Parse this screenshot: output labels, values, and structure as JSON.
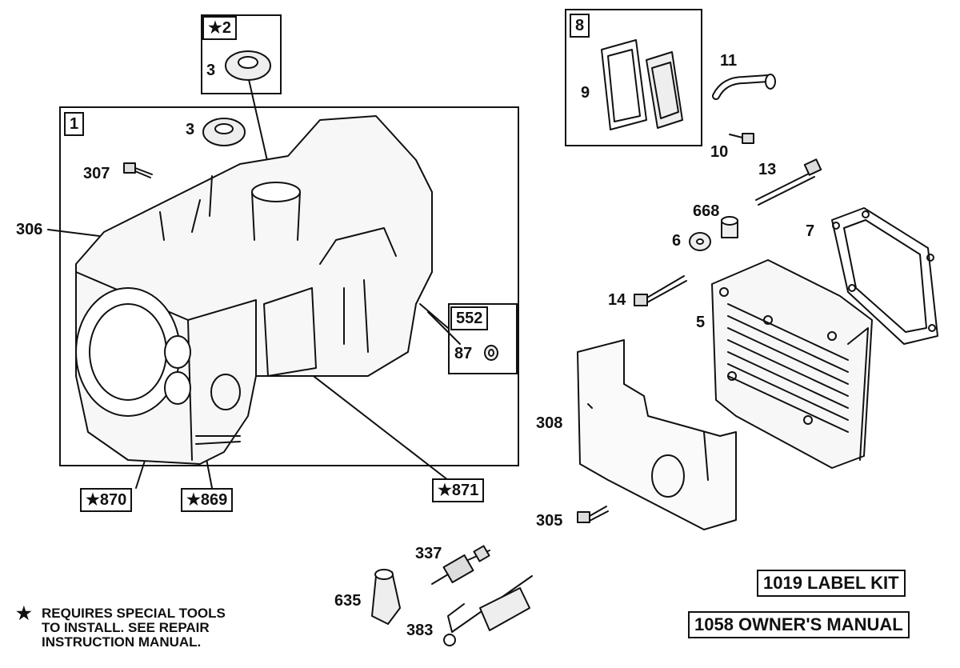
{
  "title": "",
  "labels": {
    "box_1": "1",
    "box_2": "★2",
    "box_8": "8",
    "box_552": "552",
    "p3_top": "3",
    "p3": "3",
    "p307": "307",
    "p306": "306",
    "p11": "11",
    "p9": "9",
    "p10": "10",
    "p13": "13",
    "p668": "668",
    "p6": "6",
    "p7": "7",
    "p14": "14",
    "p5": "5",
    "p87": "87",
    "p308": "308",
    "p305": "305",
    "p337": "337",
    "p635": "635",
    "p383": "383",
    "p870": "★870",
    "p869": "★869",
    "p871": "★871"
  },
  "note": {
    "star": "★",
    "line1": "REQUIRES SPECIAL TOOLS",
    "line2": "TO INSTALL.  SEE REPAIR",
    "line3": "INSTRUCTION MANUAL."
  },
  "kits": {
    "label_kit": "1019 LABEL KIT",
    "owners_manual": "1058 OWNER'S MANUAL"
  }
}
